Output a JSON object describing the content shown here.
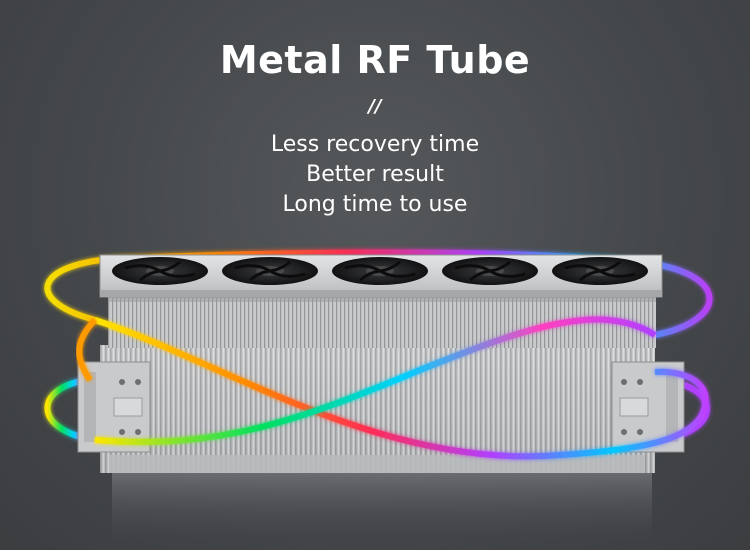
{
  "header": {
    "title": "Metal RF Tube",
    "separator": "//",
    "features": [
      "Less recovery time",
      "Better result",
      "Long time to use"
    ]
  },
  "product": {
    "name": "metal-rf-laser-tube",
    "fan_count": 5,
    "body_color": "#c9cacc",
    "ring_colors": [
      "#ffe600",
      "#ff3b3b",
      "#00e060",
      "#00c8ff",
      "#c040ff",
      "#ff40c0"
    ]
  }
}
